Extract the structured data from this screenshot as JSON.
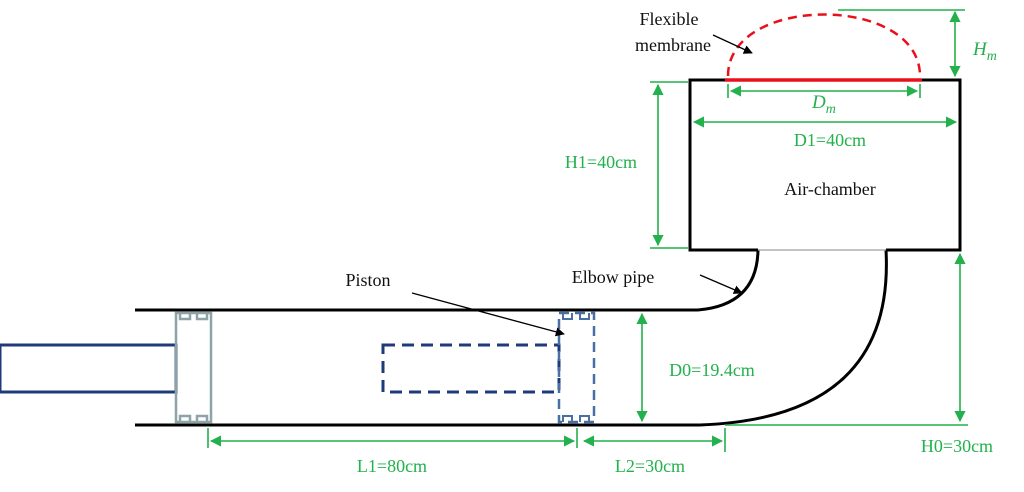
{
  "labels": {
    "flexible_membrane_line1": "Flexible",
    "flexible_membrane_line2": "membrane",
    "hm_main": "H",
    "hm_sub": "m",
    "dm_main": "D",
    "dm_sub": "m",
    "d1": "D1=40cm",
    "h1": "H1=40cm",
    "air_chamber": "Air-chamber",
    "piston": "Piston",
    "elbow_pipe": "Elbow pipe",
    "d0": "D0=19.4cm",
    "l1": "L1=80cm",
    "l2": "L2=30cm",
    "h0": "H0=30cm"
  },
  "colors": {
    "outline": "#000000",
    "dimension": "#22b14c",
    "membrane": "#e8101a",
    "piston_rod": "#1f3a7a",
    "piston_head": "#4a6fa5",
    "flange": "#8ea3a8",
    "leader": "#000000"
  }
}
